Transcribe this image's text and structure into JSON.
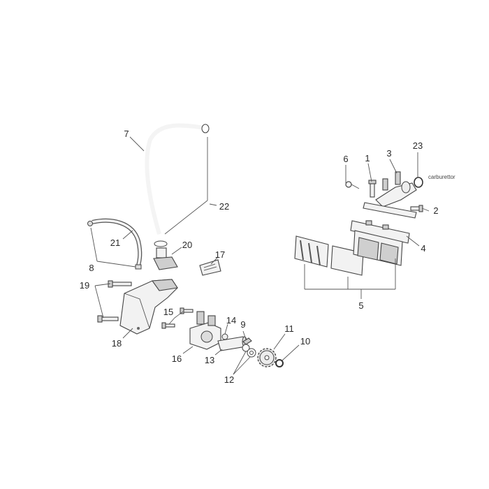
{
  "diagram": {
    "callouts": {
      "c1": "1",
      "c2": "2",
      "c3": "3",
      "c4": "4",
      "c5": "5",
      "c6": "6",
      "c7": "7",
      "c8": "8",
      "c9": "9",
      "c10": "10",
      "c11": "11",
      "c12": "12",
      "c13": "13",
      "c14": "14",
      "c15": "15",
      "c16": "16",
      "c17": "17",
      "c18": "18",
      "c19": "19",
      "c20": "20",
      "c21": "21",
      "c22": "22",
      "c23": "23"
    },
    "notes": {
      "carburettor": "carburettor"
    }
  }
}
